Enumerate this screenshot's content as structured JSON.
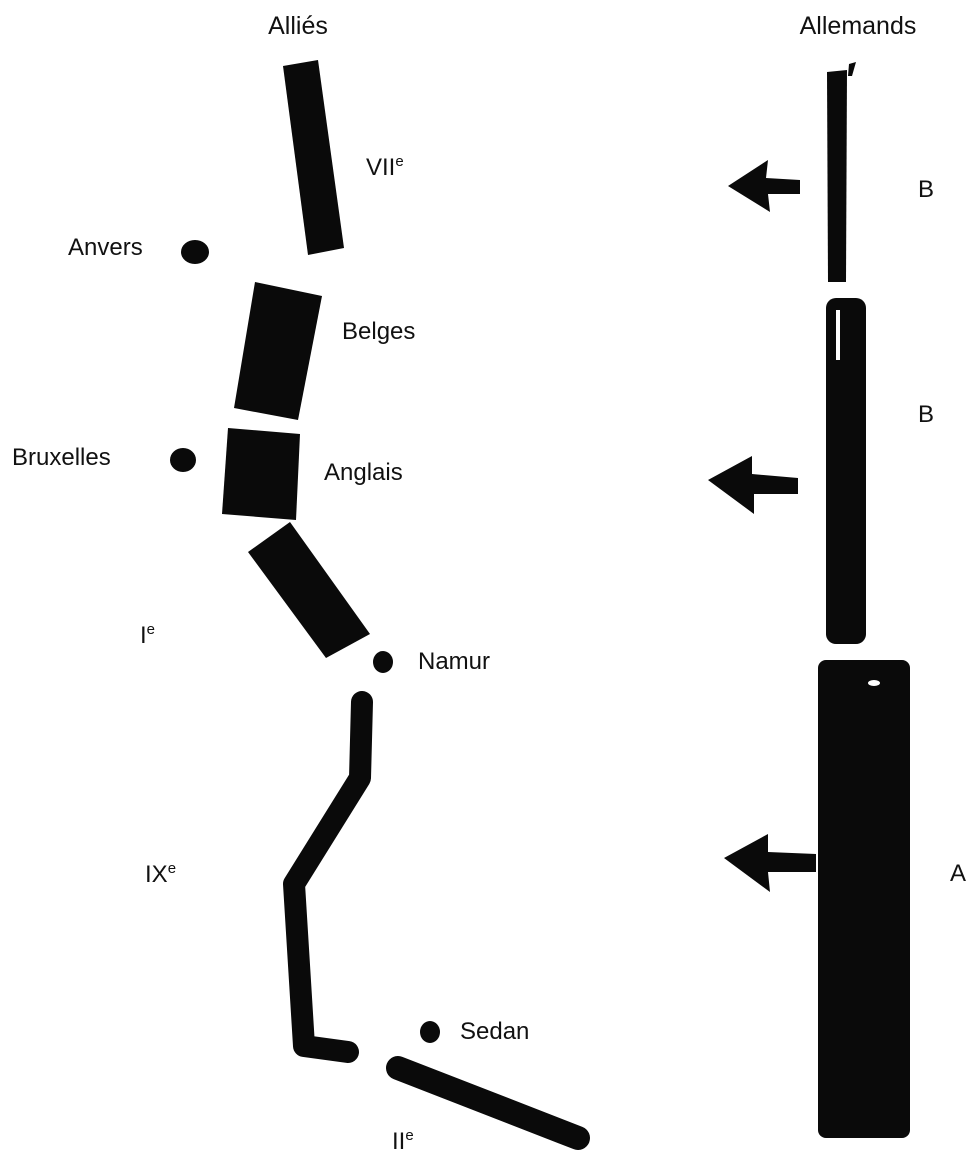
{
  "headers": {
    "allies": "Alliés",
    "germans": "Allemands"
  },
  "cities": [
    "Anvers",
    "Bruxelles",
    "Namur",
    "Sedan"
  ],
  "allied_units": {
    "seventh_army": {
      "numeral": "VII",
      "suffix": "e"
    },
    "belgians": "Belges",
    "british": "Anglais",
    "first_army": {
      "numeral": "I",
      "suffix": "e"
    },
    "ninth_army": {
      "numeral": "IX",
      "suffix": "e"
    },
    "second_army": {
      "numeral": "II",
      "suffix": "e"
    }
  },
  "german_groups": {
    "upper": "B",
    "middle": "B",
    "lower": "A"
  },
  "colors": {
    "ink": "#0a0a0a",
    "background": "#ffffff"
  }
}
